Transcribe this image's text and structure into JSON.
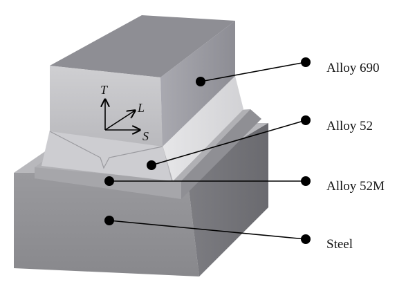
{
  "labels": {
    "alloy_690": "Alloy 690",
    "alloy_52": "Alloy 52",
    "alloy_52m": "Alloy 52M",
    "steel": "Steel"
  },
  "axes": {
    "t": "T",
    "l": "L",
    "s": "S"
  },
  "colors": {
    "line": "#000000",
    "steel_front": "#8e8e93",
    "steel_side": "#6f6f74",
    "steel_top": "#b7b7bb",
    "alloy690_front": "#c4c4c8",
    "alloy690_side": "#9c9ca3",
    "alloy690_top": "#8b8b91",
    "alloy52": "#d7d7da",
    "alloy52m": "#a2a2a6"
  }
}
